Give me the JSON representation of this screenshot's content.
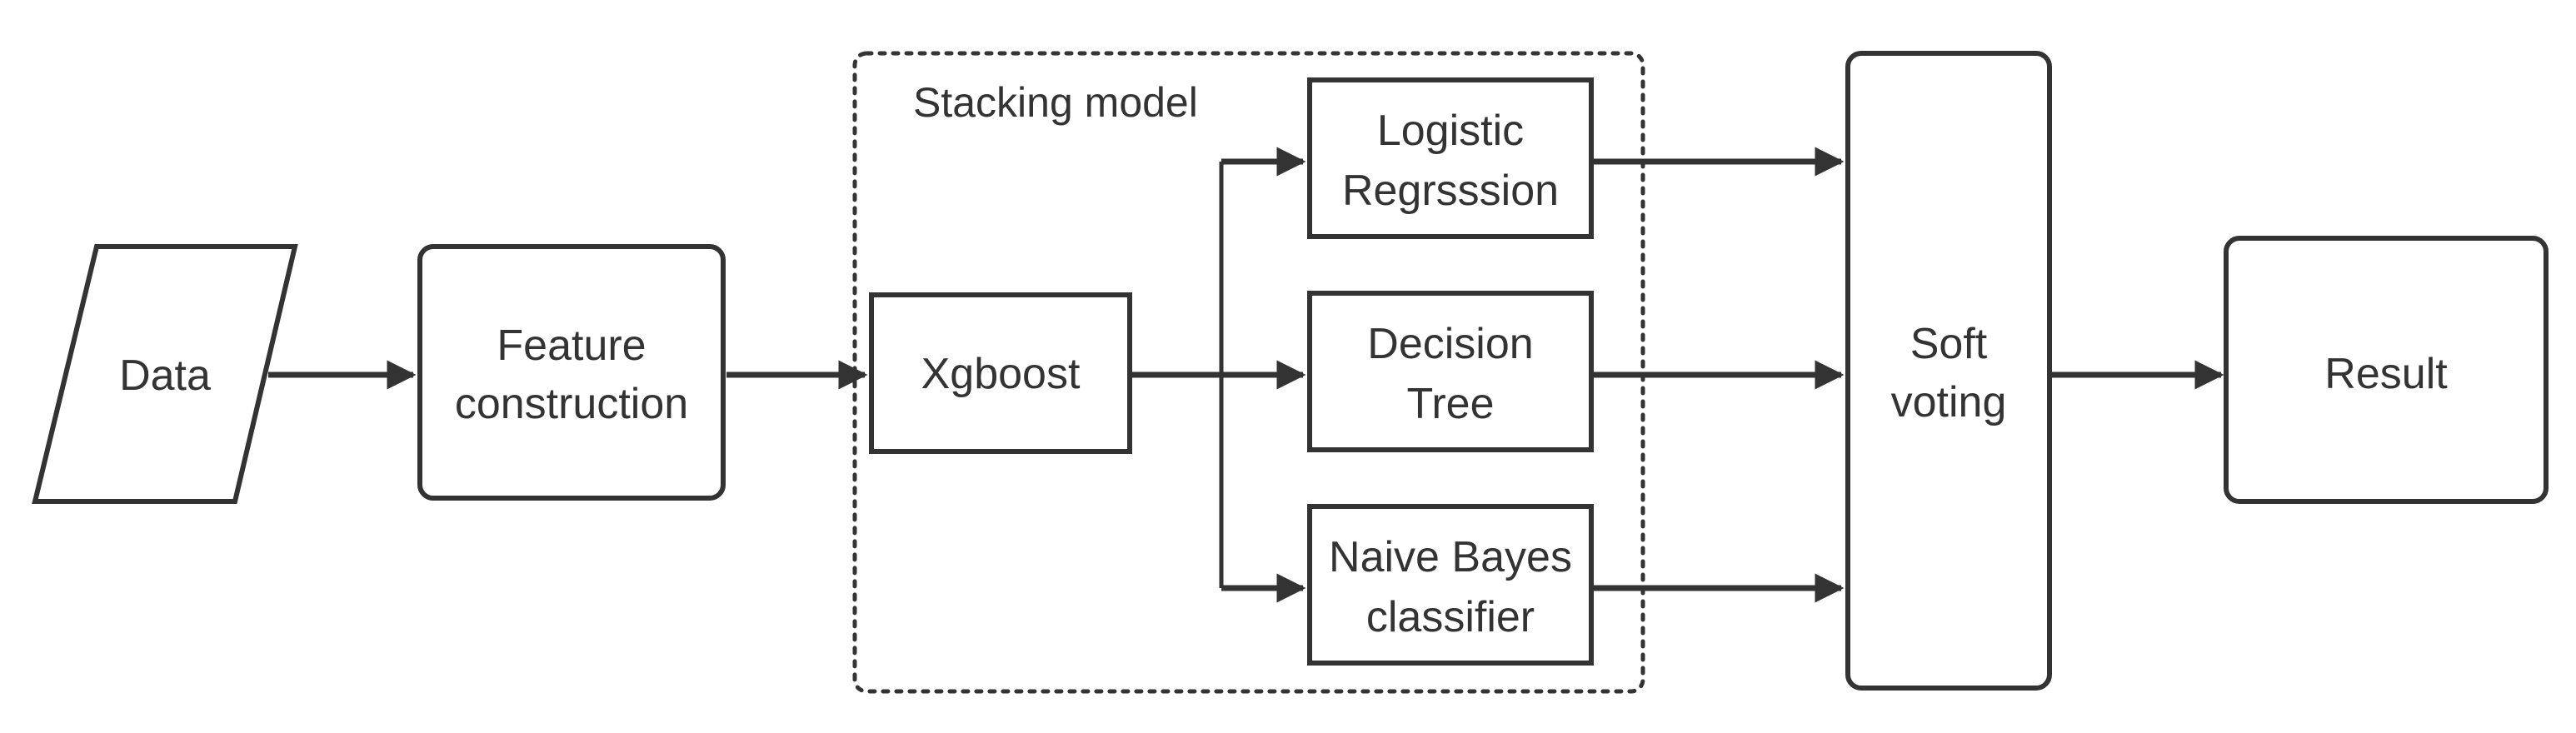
{
  "diagram": {
    "nodes": {
      "data": {
        "lines": [
          "Data"
        ]
      },
      "feature_construction": {
        "lines": [
          "Feature",
          "construction"
        ]
      },
      "xgboost": {
        "lines": [
          "Xgboost"
        ]
      },
      "logistic_regression": {
        "lines": [
          "Logistic",
          "Regrsssion"
        ]
      },
      "decision_tree": {
        "lines": [
          "Decision",
          "Tree"
        ]
      },
      "naive_bayes": {
        "lines": [
          "Naive Bayes",
          "classifier"
        ]
      },
      "soft_voting": {
        "lines": [
          "Soft",
          "voting"
        ]
      },
      "result": {
        "lines": [
          "Result"
        ]
      }
    },
    "group": {
      "label": "Stacking model"
    },
    "edges": [
      {
        "from": "Data",
        "to": "Feature construction"
      },
      {
        "from": "Feature construction",
        "to": "Xgboost"
      },
      {
        "from": "Xgboost",
        "to": "Logistic Regrsssion"
      },
      {
        "from": "Xgboost",
        "to": "Decision Tree"
      },
      {
        "from": "Xgboost",
        "to": "Naive Bayes classifier"
      },
      {
        "from": "Logistic Regrsssion",
        "to": "Soft voting"
      },
      {
        "from": "Decision Tree",
        "to": "Soft voting"
      },
      {
        "from": "Naive Bayes classifier",
        "to": "Soft voting"
      },
      {
        "from": "Soft voting",
        "to": "Result"
      }
    ],
    "colors": {
      "stroke": "#333333",
      "text": "#333333",
      "background": "#ffffff"
    }
  }
}
